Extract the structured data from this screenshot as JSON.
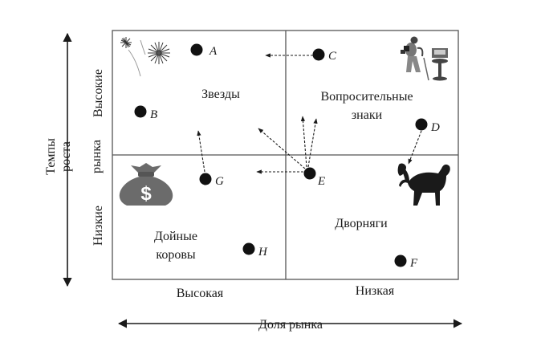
{
  "quadrants": {
    "stars": "Звезды",
    "question_line1": "Вопросительные",
    "question_line2": "знаки",
    "cows_line1": "Дойные",
    "cows_line2": "коровы",
    "dogs": "Дворняги"
  },
  "axes": {
    "y_title_line1": "Темпы",
    "y_title_line2": "роста",
    "y_title_line3": "рынка",
    "y_high": "Высокие",
    "y_low": "Низкие",
    "x_high": "Высокая",
    "x_low": "Низкая",
    "x_title": "Доля рынка"
  },
  "points": {
    "A": "A",
    "B": "B",
    "C": "C",
    "D": "D",
    "E": "E",
    "F": "F",
    "G": "G",
    "H": "H"
  },
  "icons": {
    "stars": "fireworks-icon",
    "question": "thinking-figure-icon",
    "cows": "money-bag-icon",
    "dogs": "dog-icon"
  },
  "colors": {
    "ink": "#1a1a1a",
    "grid": "#555555",
    "bag": "#6b6b6b"
  }
}
